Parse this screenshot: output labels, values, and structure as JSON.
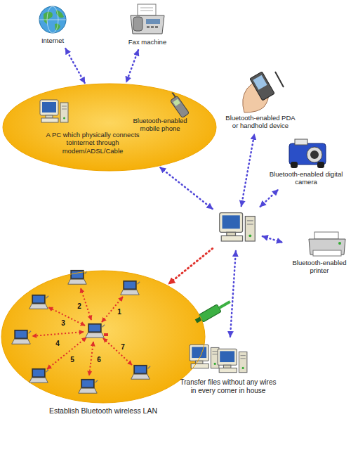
{
  "diagram": {
    "nodes": [
      {
        "text": [
          "Internet"
        ]
      },
      {
        "text": [
          "Fax machine"
        ]
      },
      {
        "text": [
          "A PC which physically connects toInternet through modem/ADSL/Cable"
        ]
      },
      {
        "text": [
          "Bluetooth-enabled mobile phone"
        ],
        "in": 2
      },
      {
        "text": [
          "Bluetooth-enabled PDA or handhold device"
        ]
      },
      {
        "text": [
          "Bluetooth-enabled digital camera"
        ]
      },
      {
        "text": []
      },
      {
        "text": [
          "Bluetooth-enabled printer"
        ]
      },
      {
        "text": [
          "Establish Bluetooth wireless LAN"
        ]
      },
      {
        "text": [
          "Transfer files without any wires in every corner in house"
        ]
      }
    ],
    "edges": [
      {
        "from": 0,
        "to": 2,
        "arrow": "both"
      },
      {
        "from": 1,
        "to": 2,
        "arrow": "both"
      },
      {
        "from": 6,
        "to": 2,
        "arrow": "both"
      },
      {
        "from": 6,
        "to": 4,
        "arrow": "both"
      },
      {
        "from": 6,
        "to": 5,
        "arrow": "both"
      },
      {
        "from": 6,
        "to": 7,
        "arrow": "both"
      },
      {
        "from": 6,
        "to": 8,
        "arrow": "to"
      },
      {
        "from": 6,
        "to": 9,
        "arrow": "both"
      }
    ],
    "labels": [
      "1",
      "2",
      "3",
      "4",
      "5",
      "6",
      "7"
    ]
  }
}
